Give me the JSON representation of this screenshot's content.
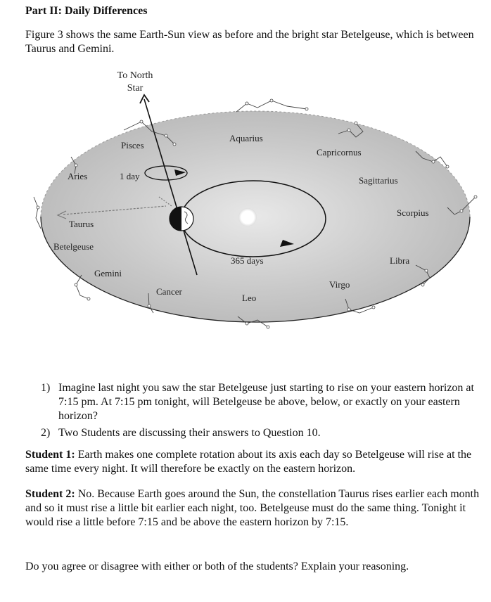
{
  "heading": "Part II: Daily Differences",
  "intro": "Figure 3 shows the same Earth-Sun view as before and the bright star Betelgeuse, which is between Taurus and Gemini.",
  "figure": {
    "north_star_line1": "To North",
    "north_star_line2": "Star",
    "one_day": "1 day",
    "year_days": "365 days",
    "constellations": {
      "pisces": "Pisces",
      "aquarius": "Aquarius",
      "capricornus": "Capricornus",
      "aries": "Aries",
      "sagittarius": "Sagittarius",
      "taurus": "Taurus",
      "scorpius": "Scorpius",
      "betelgeuse": "Betelgeuse",
      "libra": "Libra",
      "gemini": "Gemini",
      "cancer": "Cancer",
      "leo": "Leo",
      "virgo": "Virgo"
    }
  },
  "questions": [
    {
      "num": "1)",
      "text": "Imagine last night you saw the star Betelgeuse just starting to rise on your eastern horizon at 7:15 pm. At 7:15 pm tonight, will Betelgeuse be above, below, or exactly on your eastern horizon?"
    },
    {
      "num": "2)",
      "text": "Two Students are discussing their answers to Question 10."
    }
  ],
  "student1": {
    "label": "Student 1:",
    "text": " Earth makes one complete rotation about its axis each day so Betelgeuse will rise at the same time every night. It will therefore be exactly on the eastern horizon."
  },
  "student2": {
    "label": "Student 2:",
    "text": " No. Because Earth goes around the Sun, the constellation Taurus rises earlier each month and so it must rise a little bit earlier each night, too. Betelgeuse must do the same thing. Tonight it would rise a little before 7:15 and be above the eastern horizon by 7:15."
  },
  "final_question": "Do you agree or disagree with either or both of the students? Explain your reasoning."
}
